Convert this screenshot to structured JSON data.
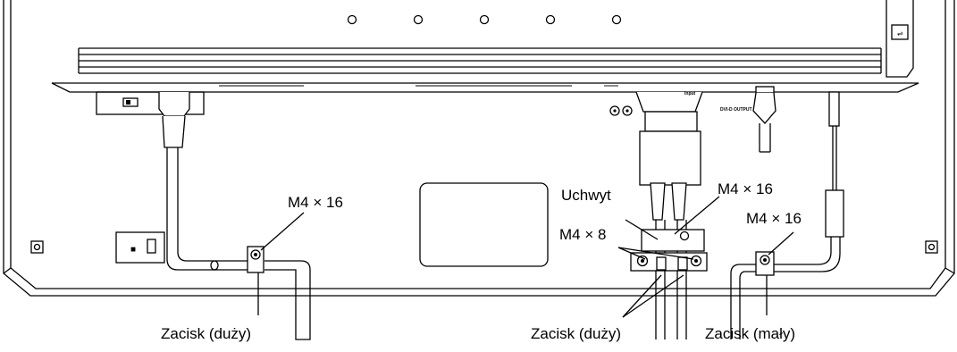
{
  "labels": {
    "screw_left": "M4 × 16",
    "holder": "Uchwyt",
    "screw_center_top": "M4 × 16",
    "screw_center": "M4 × 8",
    "screw_right": "M4 × 16",
    "clamp_left": "Zacisk (duży)",
    "clamp_center": "Zacisk (duży)",
    "clamp_right": "Zacisk (mały)"
  }
}
